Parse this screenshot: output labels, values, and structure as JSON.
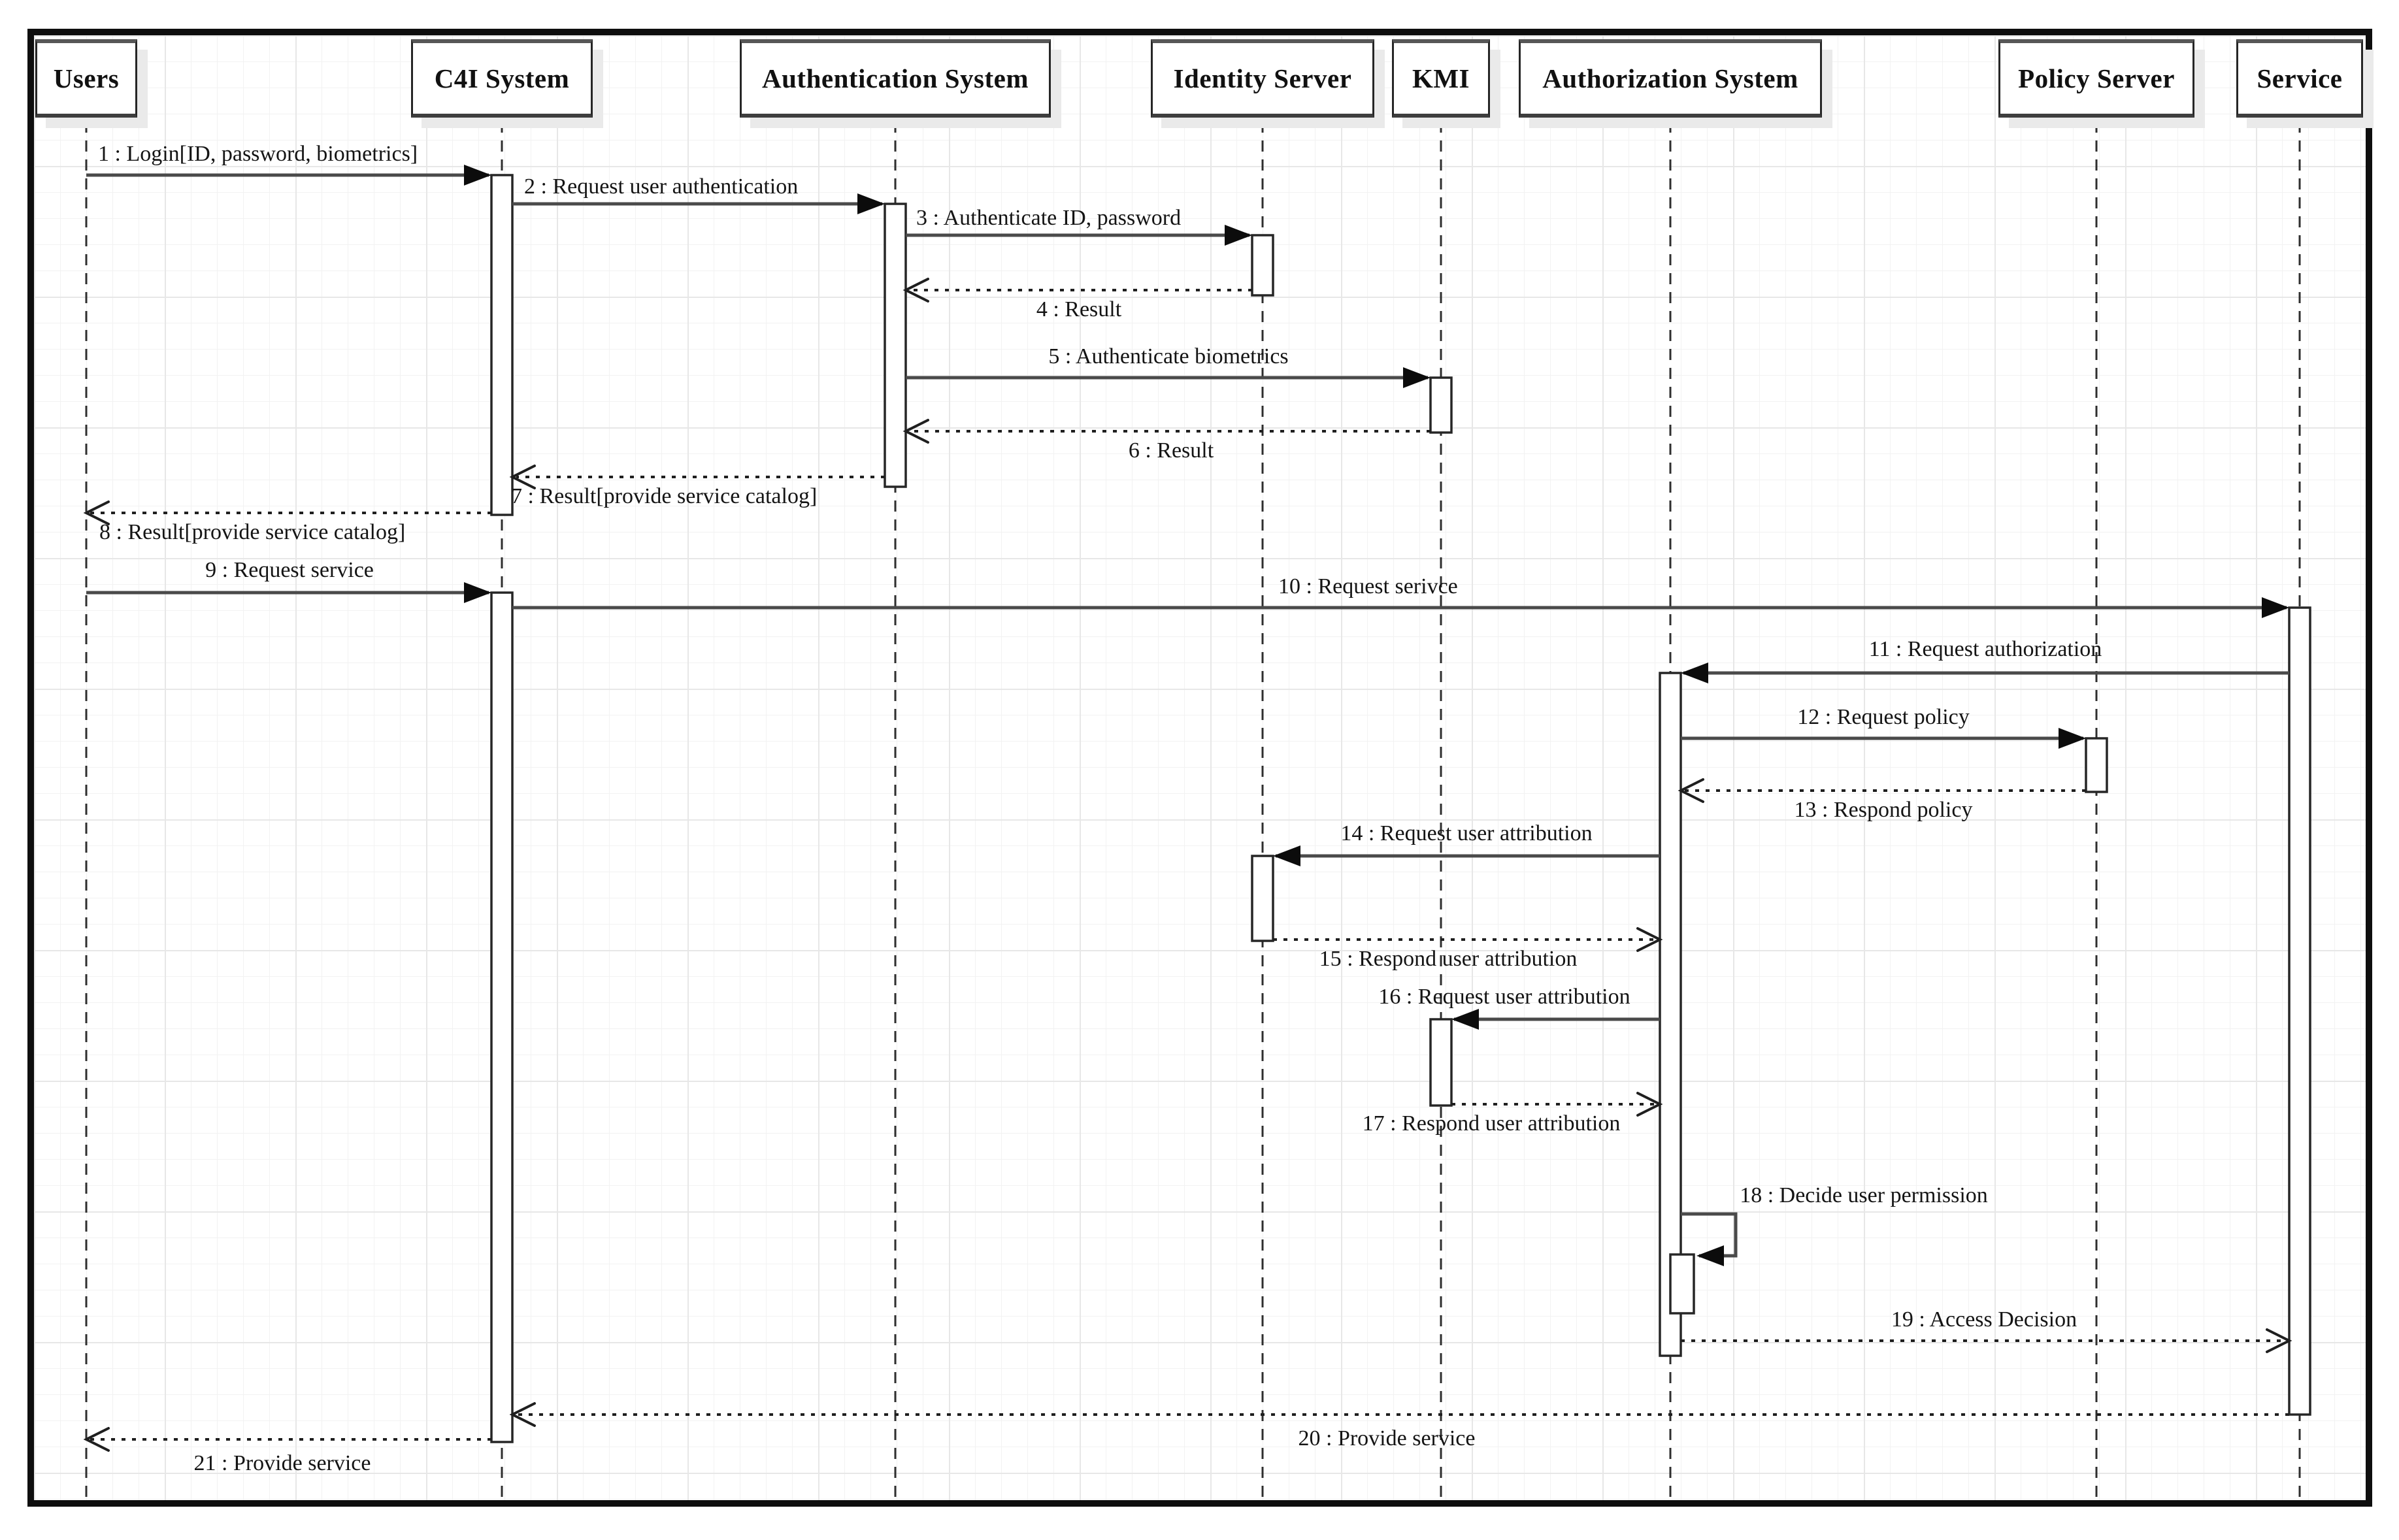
{
  "diagram": {
    "kind": "uml-sequence-diagram",
    "actors": [
      {
        "name": "Users"
      },
      {
        "name": "C4I System"
      },
      {
        "name": "Authentication System"
      },
      {
        "name": "Identity Server"
      },
      {
        "name": "KMI"
      },
      {
        "name": "Authorization System"
      },
      {
        "name": "Policy Server"
      },
      {
        "name": "Service"
      }
    ],
    "messages": [
      {
        "num": 1,
        "label": "1 : Login[ID, password, biometrics]",
        "from": "Users",
        "to": "C4I System",
        "kind": "sync"
      },
      {
        "num": 2,
        "label": "2 : Request user authentication",
        "from": "C4I System",
        "to": "Authentication System",
        "kind": "sync"
      },
      {
        "num": 3,
        "label": "3 : Authenticate ID, password",
        "from": "Authentication System",
        "to": "Identity Server",
        "kind": "sync"
      },
      {
        "num": 4,
        "label": "4 : Result",
        "from": "Identity Server",
        "to": "Authentication System",
        "kind": "return"
      },
      {
        "num": 5,
        "label": "5 : Authenticate biometrics",
        "from": "Authentication System",
        "to": "KMI",
        "kind": "sync"
      },
      {
        "num": 6,
        "label": "6 : Result",
        "from": "KMI",
        "to": "Authentication System",
        "kind": "return"
      },
      {
        "num": 7,
        "label": "7 : Result[provide service catalog]",
        "from": "Authentication System",
        "to": "C4I System",
        "kind": "return"
      },
      {
        "num": 8,
        "label": "8 : Result[provide service catalog]",
        "from": "C4I System",
        "to": "Users",
        "kind": "return"
      },
      {
        "num": 9,
        "label": "9 : Request service",
        "from": "Users",
        "to": "C4I System",
        "kind": "sync"
      },
      {
        "num": 10,
        "label": "10 : Request serivce",
        "from": "C4I System",
        "to": "Service",
        "kind": "sync"
      },
      {
        "num": 11,
        "label": "11 : Request authorization",
        "from": "Service",
        "to": "Authorization System",
        "kind": "sync"
      },
      {
        "num": 12,
        "label": "12 : Request policy",
        "from": "Authorization System",
        "to": "Policy Server",
        "kind": "sync"
      },
      {
        "num": 13,
        "label": "13 : Respond policy",
        "from": "Policy Server",
        "to": "Authorization System",
        "kind": "return"
      },
      {
        "num": 14,
        "label": "14 : Request user attribution",
        "from": "Authorization System",
        "to": "Identity Server",
        "kind": "sync"
      },
      {
        "num": 15,
        "label": "15 : Respond user attribution",
        "from": "Identity Server",
        "to": "Authorization System",
        "kind": "return"
      },
      {
        "num": 16,
        "label": "16 : Request user attribution",
        "from": "Authorization System",
        "to": "KMI",
        "kind": "sync"
      },
      {
        "num": 17,
        "label": "17 : Respond user attribution",
        "from": "KMI",
        "to": "Authorization System",
        "kind": "return"
      },
      {
        "num": 18,
        "label": "18 : Decide user permission",
        "from": "Authorization System",
        "to": "Authorization System",
        "kind": "self"
      },
      {
        "num": 19,
        "label": "19 : Access Decision",
        "from": "Authorization System",
        "to": "Service",
        "kind": "return"
      },
      {
        "num": 20,
        "label": "20 : Provide service",
        "from": "Service",
        "to": "C4I System",
        "kind": "return"
      },
      {
        "num": 21,
        "label": "21 : Provide service",
        "from": "C4I System",
        "to": "Users",
        "kind": "return"
      }
    ],
    "colors": {
      "background": "#ffffff",
      "frame": "#0e0e0e",
      "grid_line": "#e7e7e7",
      "lifeline": "#2e2e2e",
      "message_line": "#4a4a4a",
      "text": "#141414",
      "box_fill": "#ffffff",
      "box_border": "#262626",
      "box_shadow": "#eaeaea"
    }
  }
}
